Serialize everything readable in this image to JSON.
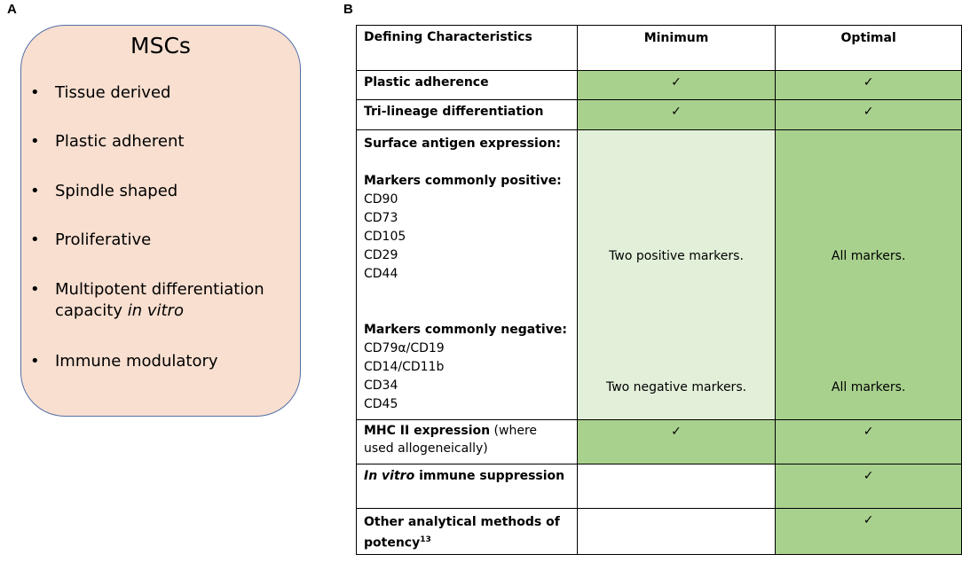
{
  "panel_a": {
    "label": "A",
    "title": "MSCs",
    "items": [
      {
        "text": "Tissue derived"
      },
      {
        "text": "Plastic adherent"
      },
      {
        "text": "Spindle shaped"
      },
      {
        "text": "Proliferative"
      },
      {
        "line1": "Multipotent differentiation",
        "line2": "capacity ",
        "line2_italic": "in vitro"
      },
      {
        "text": "Immune modulatory"
      }
    ]
  },
  "panel_b": {
    "label": "B",
    "headers": [
      "Defining Characteristics",
      "Minimum",
      "Optimal"
    ],
    "check": "✓",
    "rows": {
      "plastic": {
        "label": "Plastic adherence"
      },
      "trilineage": {
        "label": "Tri-lineage differentiation"
      },
      "surface": {
        "label": "Surface antigen expression:",
        "positive_heading": "Markers commonly positive:",
        "positive_markers": [
          "CD90",
          "CD73",
          "CD105",
          "CD29",
          "CD44"
        ],
        "negative_heading": "Markers commonly negative:",
        "negative_markers": [
          "CD79α/CD19",
          "CD14/CD11b",
          "CD34",
          "CD45"
        ],
        "min_positive": "Two positive markers.",
        "min_negative": "Two negative markers.",
        "opt_positive": "All markers.",
        "opt_negative": "All markers."
      },
      "mhc": {
        "label_bold": "MHC II expression",
        "label_rest": " (where",
        "label_line2": "used allogeneically)"
      },
      "immune": {
        "label_italic": "In vitro",
        "label_rest": " immune suppression"
      },
      "potency": {
        "label_line1": "Other analytical methods of",
        "label_line2": "potency",
        "sup": "13"
      }
    }
  }
}
